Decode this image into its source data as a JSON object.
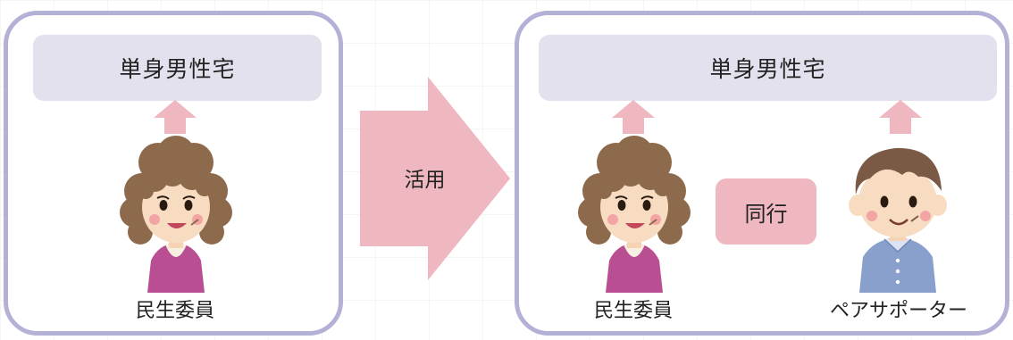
{
  "left_panel": {
    "house_label": "単身男性宅",
    "person_label": "民生委員"
  },
  "center": {
    "arrow_label": "活用"
  },
  "right_panel": {
    "house_label": "単身男性宅",
    "person1_label": "民生委員",
    "accompany_label": "同行",
    "person2_label": "ペアサポーター"
  },
  "colors": {
    "panel_border": "#b3b2d6",
    "house_box": "#e3e1ee",
    "arrow_pink": "#efb7bf"
  },
  "icons": [
    "woman-icon",
    "man-icon",
    "up-arrow-icon",
    "right-arrow-icon"
  ]
}
